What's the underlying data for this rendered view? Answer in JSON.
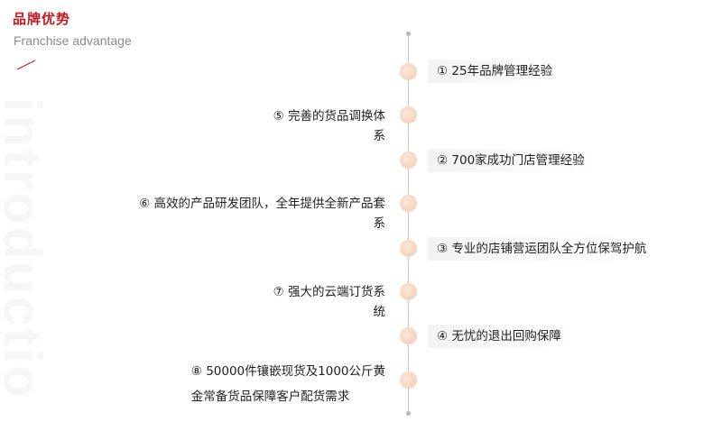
{
  "header": {
    "title_zh": "品牌优势",
    "title_en": "Franchise advantage",
    "watermark": "introductio"
  },
  "timeline": {
    "right_items": [
      "① 25年品牌管理经验",
      "② 700家成功门店管理经验",
      "③ 专业的店铺营运团队全方位保驾护航",
      "④ 无忧的退出回购保障"
    ],
    "left_items": [
      {
        "line1": "⑤ 完善的货品调换体",
        "line2": "系"
      },
      {
        "line1": "⑥ 高效的产品研发团队，全年提供全新产品套",
        "line2": "系"
      },
      {
        "line1": "⑦ 强大的云端订货系",
        "line2": "统"
      },
      {
        "line1": "⑧ 50000件镶嵌现货及1000公斤黄",
        "line2": "金常备货品保障客户配货需求"
      }
    ]
  },
  "colors": {
    "accent": "#c8161d",
    "node": "#f4c9ae",
    "line": "#c9c9c9"
  }
}
